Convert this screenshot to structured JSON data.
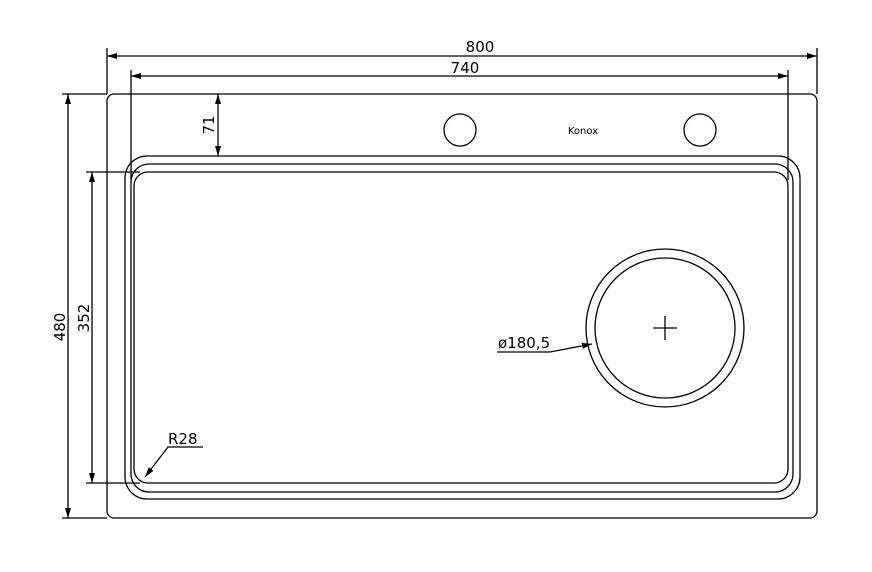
{
  "drawing": {
    "brand": "Konox",
    "dimensions": {
      "overall_width": "800",
      "bowl_width": "740",
      "overall_height": "480",
      "bowl_height": "352",
      "deck_depth": "71",
      "drain_diameter": "ø180,5",
      "corner_radius": "R28"
    },
    "line_color": "#000000",
    "background": "#ffffff"
  }
}
